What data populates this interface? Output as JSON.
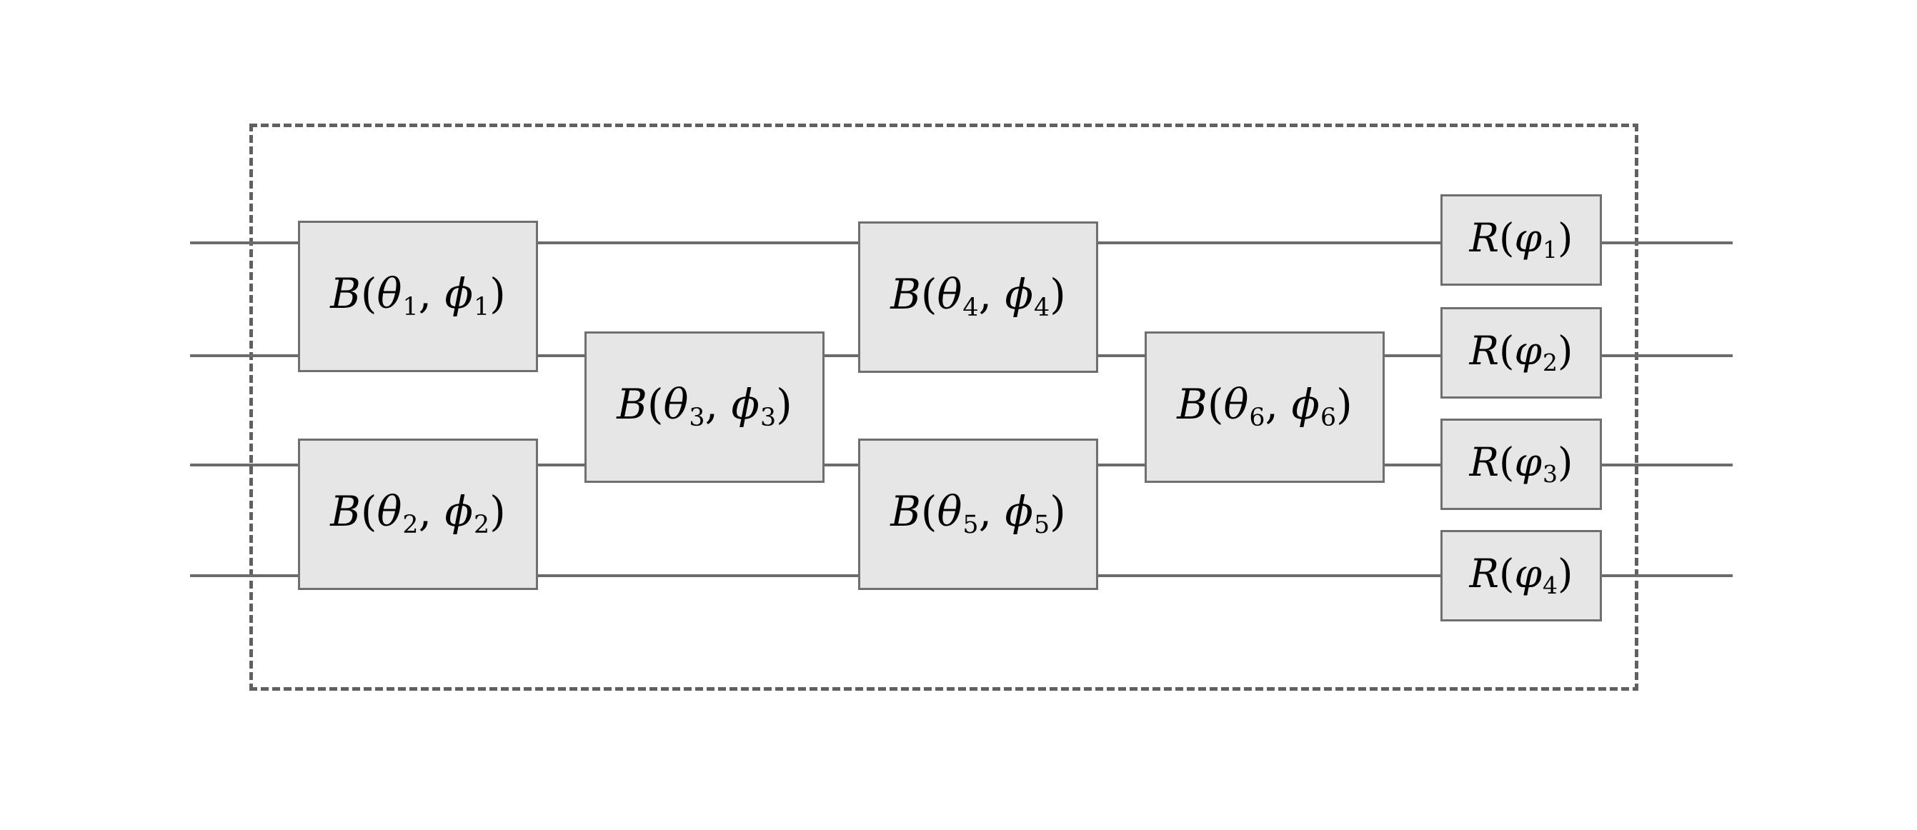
{
  "diagram": {
    "type": "photonic-quantum-circuit",
    "num_modes": 4,
    "colors": {
      "background": "#ffffff",
      "wire": "#6b6b6b",
      "gate_fill": "#e6e6e6",
      "gate_border": "#6f6f6f",
      "dashed_boundary": "#606060",
      "text": "#000000"
    },
    "beamsplitters": [
      {
        "label": "B(θ1, ϕ1)",
        "func": "B",
        "open": "(",
        "arg1": "θ",
        "sub1": "1",
        "sep": ", ",
        "arg2": "ϕ",
        "sub2": "1",
        "close": ")"
      },
      {
        "label": "B(θ2, ϕ2)",
        "func": "B",
        "open": "(",
        "arg1": "θ",
        "sub1": "2",
        "sep": ", ",
        "arg2": "ϕ",
        "sub2": "2",
        "close": ")"
      },
      {
        "label": "B(θ3, ϕ3)",
        "func": "B",
        "open": "(",
        "arg1": "θ",
        "sub1": "3",
        "sep": ", ",
        "arg2": "ϕ",
        "sub2": "3",
        "close": ")"
      },
      {
        "label": "B(θ4, ϕ4)",
        "func": "B",
        "open": "(",
        "arg1": "θ",
        "sub1": "4",
        "sep": ", ",
        "arg2": "ϕ",
        "sub2": "4",
        "close": ")"
      },
      {
        "label": "B(θ5, ϕ5)",
        "func": "B",
        "open": "(",
        "arg1": "θ",
        "sub1": "5",
        "sep": ", ",
        "arg2": "ϕ",
        "sub2": "5",
        "close": ")"
      },
      {
        "label": "B(θ6, ϕ6)",
        "func": "B",
        "open": "(",
        "arg1": "θ",
        "sub1": "6",
        "sep": ", ",
        "arg2": "ϕ",
        "sub2": "6",
        "close": ")"
      }
    ],
    "rotations": [
      {
        "label": "R(φ1)",
        "func": "R",
        "open": "(",
        "arg": "φ",
        "sub": "1",
        "close": ")"
      },
      {
        "label": "R(φ2)",
        "func": "R",
        "open": "(",
        "arg": "φ",
        "sub": "2",
        "close": ")"
      },
      {
        "label": "R(φ3)",
        "func": "R",
        "open": "(",
        "arg": "φ",
        "sub": "3",
        "close": ")"
      },
      {
        "label": "R(φ4)",
        "func": "R",
        "open": "(",
        "arg": "φ",
        "sub": "4",
        "close": ")"
      }
    ]
  }
}
